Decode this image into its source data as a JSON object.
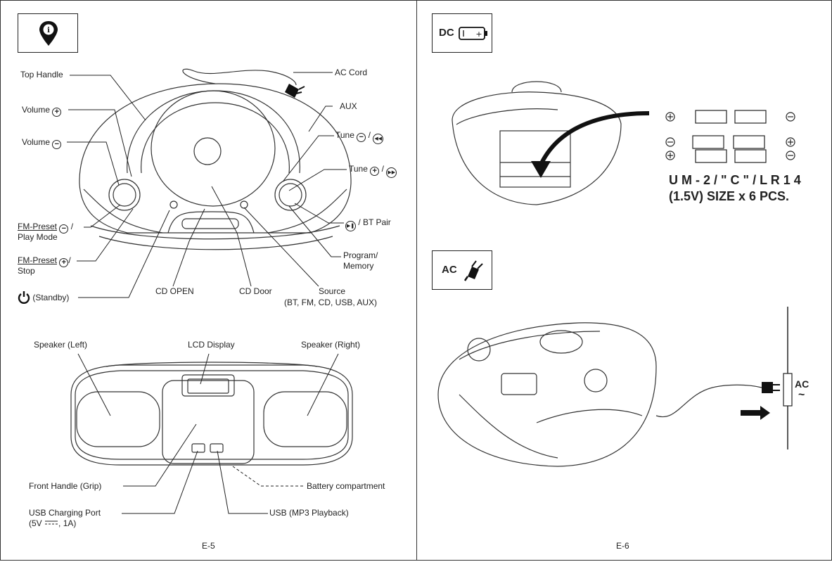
{
  "left": {
    "top_diagram": {
      "top_handle": "Top Handle",
      "volume_plus": "Volume",
      "volume_minus": "Volume",
      "fm_preset_minus": "FM-Preset",
      "play_mode": "Play Mode",
      "fm_preset_plus": "FM-Preset",
      "stop": "Stop",
      "standby": "(Standby)",
      "ac_cord": "AC Cord",
      "aux": "AUX",
      "tune_minus": "Tune",
      "tune_plus": "Tune",
      "bt_pair": "/ BT Pair",
      "program_memory_1": "Program/",
      "program_memory_2": "Memory",
      "cd_open": "CD OPEN",
      "cd_door": "CD Door",
      "source": "Source",
      "source_list": "(BT, FM, CD, USB, AUX)"
    },
    "front_diagram": {
      "speaker_left": "Speaker (Left)",
      "lcd_display": "LCD Display",
      "speaker_right": "Speaker (Right)",
      "front_handle": "Front Handle (Grip)",
      "battery_compartment": "Battery compartment",
      "usb_charging_port": "USB Charging Port",
      "usb_charging_spec_a": "(5V",
      "usb_charging_spec_b": ", 1A)",
      "usb_mp3": "USB (MP3 Playback)"
    },
    "page_number": "E-5"
  },
  "right": {
    "dc_section": {
      "dc_label": "DC",
      "battery_type": "U M - 2 / \" C \" / L R 1 4",
      "battery_size": "(1.5V) SIZE x 6 PCS."
    },
    "ac_section": {
      "ac_label": "AC",
      "ac_outlet_label": "AC",
      "ac_symbol": "~"
    },
    "page_number": "E-6"
  },
  "icons": [
    "info-pin-icon",
    "battery-icon",
    "plug-icon",
    "power-icon",
    "plus-circle-icon",
    "minus-circle-icon",
    "rewind-icon",
    "forward-icon",
    "play-pause-icon"
  ]
}
